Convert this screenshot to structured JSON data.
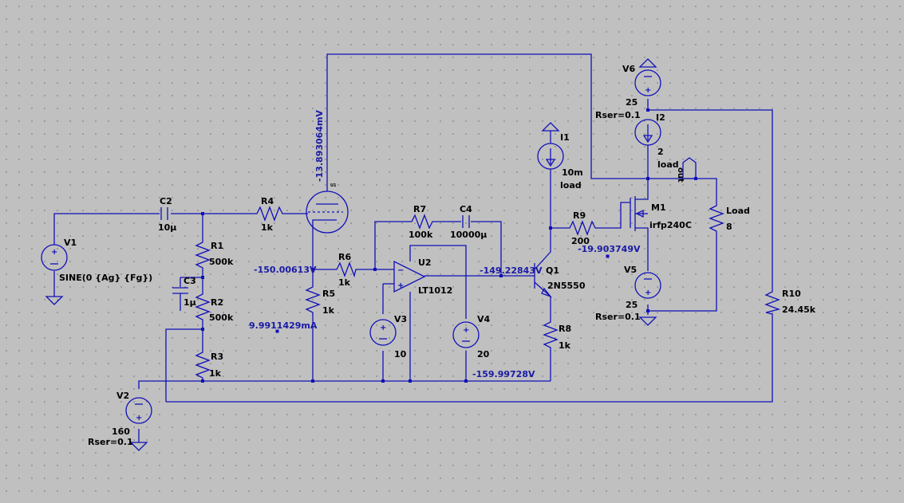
{
  "colors": {
    "background": "#c0c0c0",
    "wire": "#1010b8",
    "label": "#000000",
    "annotation": "#1a1aa6"
  },
  "components": {
    "v1": {
      "name": "V1",
      "value": "SINE(0 {Ag} {Fg})"
    },
    "c2": {
      "name": "C2",
      "value": "10µ"
    },
    "r1": {
      "name": "R1",
      "value": "500k"
    },
    "c3": {
      "name": "C3",
      "value": "1µ"
    },
    "r2": {
      "name": "R2",
      "value": "500k"
    },
    "r3": {
      "name": "R3",
      "value": "1k"
    },
    "v2": {
      "name": "V2",
      "value": "160",
      "rser": "Rser=0.1"
    },
    "r4": {
      "name": "R4",
      "value": "1k"
    },
    "tube": {
      "name": "U1"
    },
    "r5": {
      "name": "R5",
      "value": "1k"
    },
    "r6": {
      "name": "R6",
      "value": "1k"
    },
    "r7": {
      "name": "R7",
      "value": "100k"
    },
    "c4": {
      "name": "C4",
      "value": "10000µ"
    },
    "u2": {
      "name": "U2",
      "value": "LT1012"
    },
    "v3": {
      "name": "V3",
      "value": "10"
    },
    "v4": {
      "name": "V4",
      "value": "20"
    },
    "i1": {
      "name": "I1",
      "value": "10m",
      "extra": "load"
    },
    "r9": {
      "name": "R9",
      "value": "200"
    },
    "q1": {
      "name": "Q1",
      "value": "2N5550"
    },
    "r8": {
      "name": "R8",
      "value": "1k"
    },
    "m1": {
      "name": "M1",
      "value": "irfp240C"
    },
    "v6": {
      "name": "V6",
      "value": "25",
      "rser": "Rser=0.1"
    },
    "i2": {
      "name": "I2",
      "value": "2",
      "extra": "load"
    },
    "v5": {
      "name": "V5",
      "value": "25",
      "rser": "Rser=0.1"
    },
    "load": {
      "name": "Load",
      "value": "8"
    },
    "r10": {
      "name": "R10",
      "value": "24.45k"
    },
    "out_label": "out"
  },
  "annotations": {
    "plate_voltage": "-13.893064mV",
    "cathode_voltage": "-150.00613V",
    "r5_current": "9.9911429mA",
    "opamp_output": "-149.22843V",
    "gate_voltage": "-19.903749V",
    "neg_rail": "-159.99728V"
  }
}
